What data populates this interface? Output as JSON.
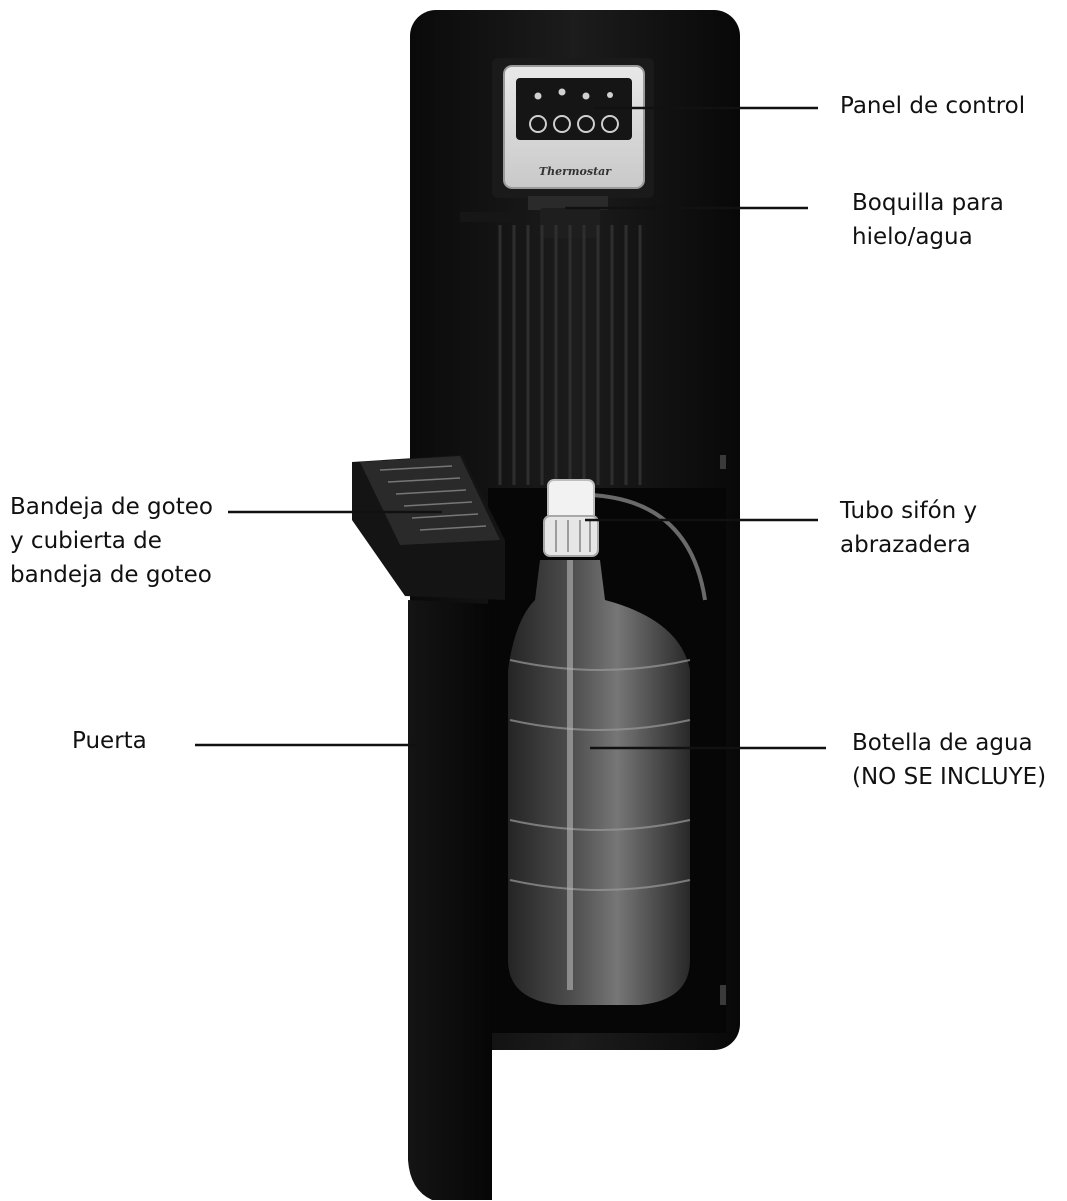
{
  "brand": "Thermostar",
  "labels": {
    "control_panel": [
      "Panel de control"
    ],
    "spout": [
      "Boquilla para",
      "hielo/agua"
    ],
    "drip_tray": [
      "Bandeja de goteo",
      "y cubierta de",
      "bandeja de goteo"
    ],
    "siphon": [
      "Tubo sifón y",
      "abrazadera"
    ],
    "door": [
      "Puerta"
    ],
    "bottle": [
      "Botella de agua",
      "(NO SE INCLUYE)"
    ]
  }
}
